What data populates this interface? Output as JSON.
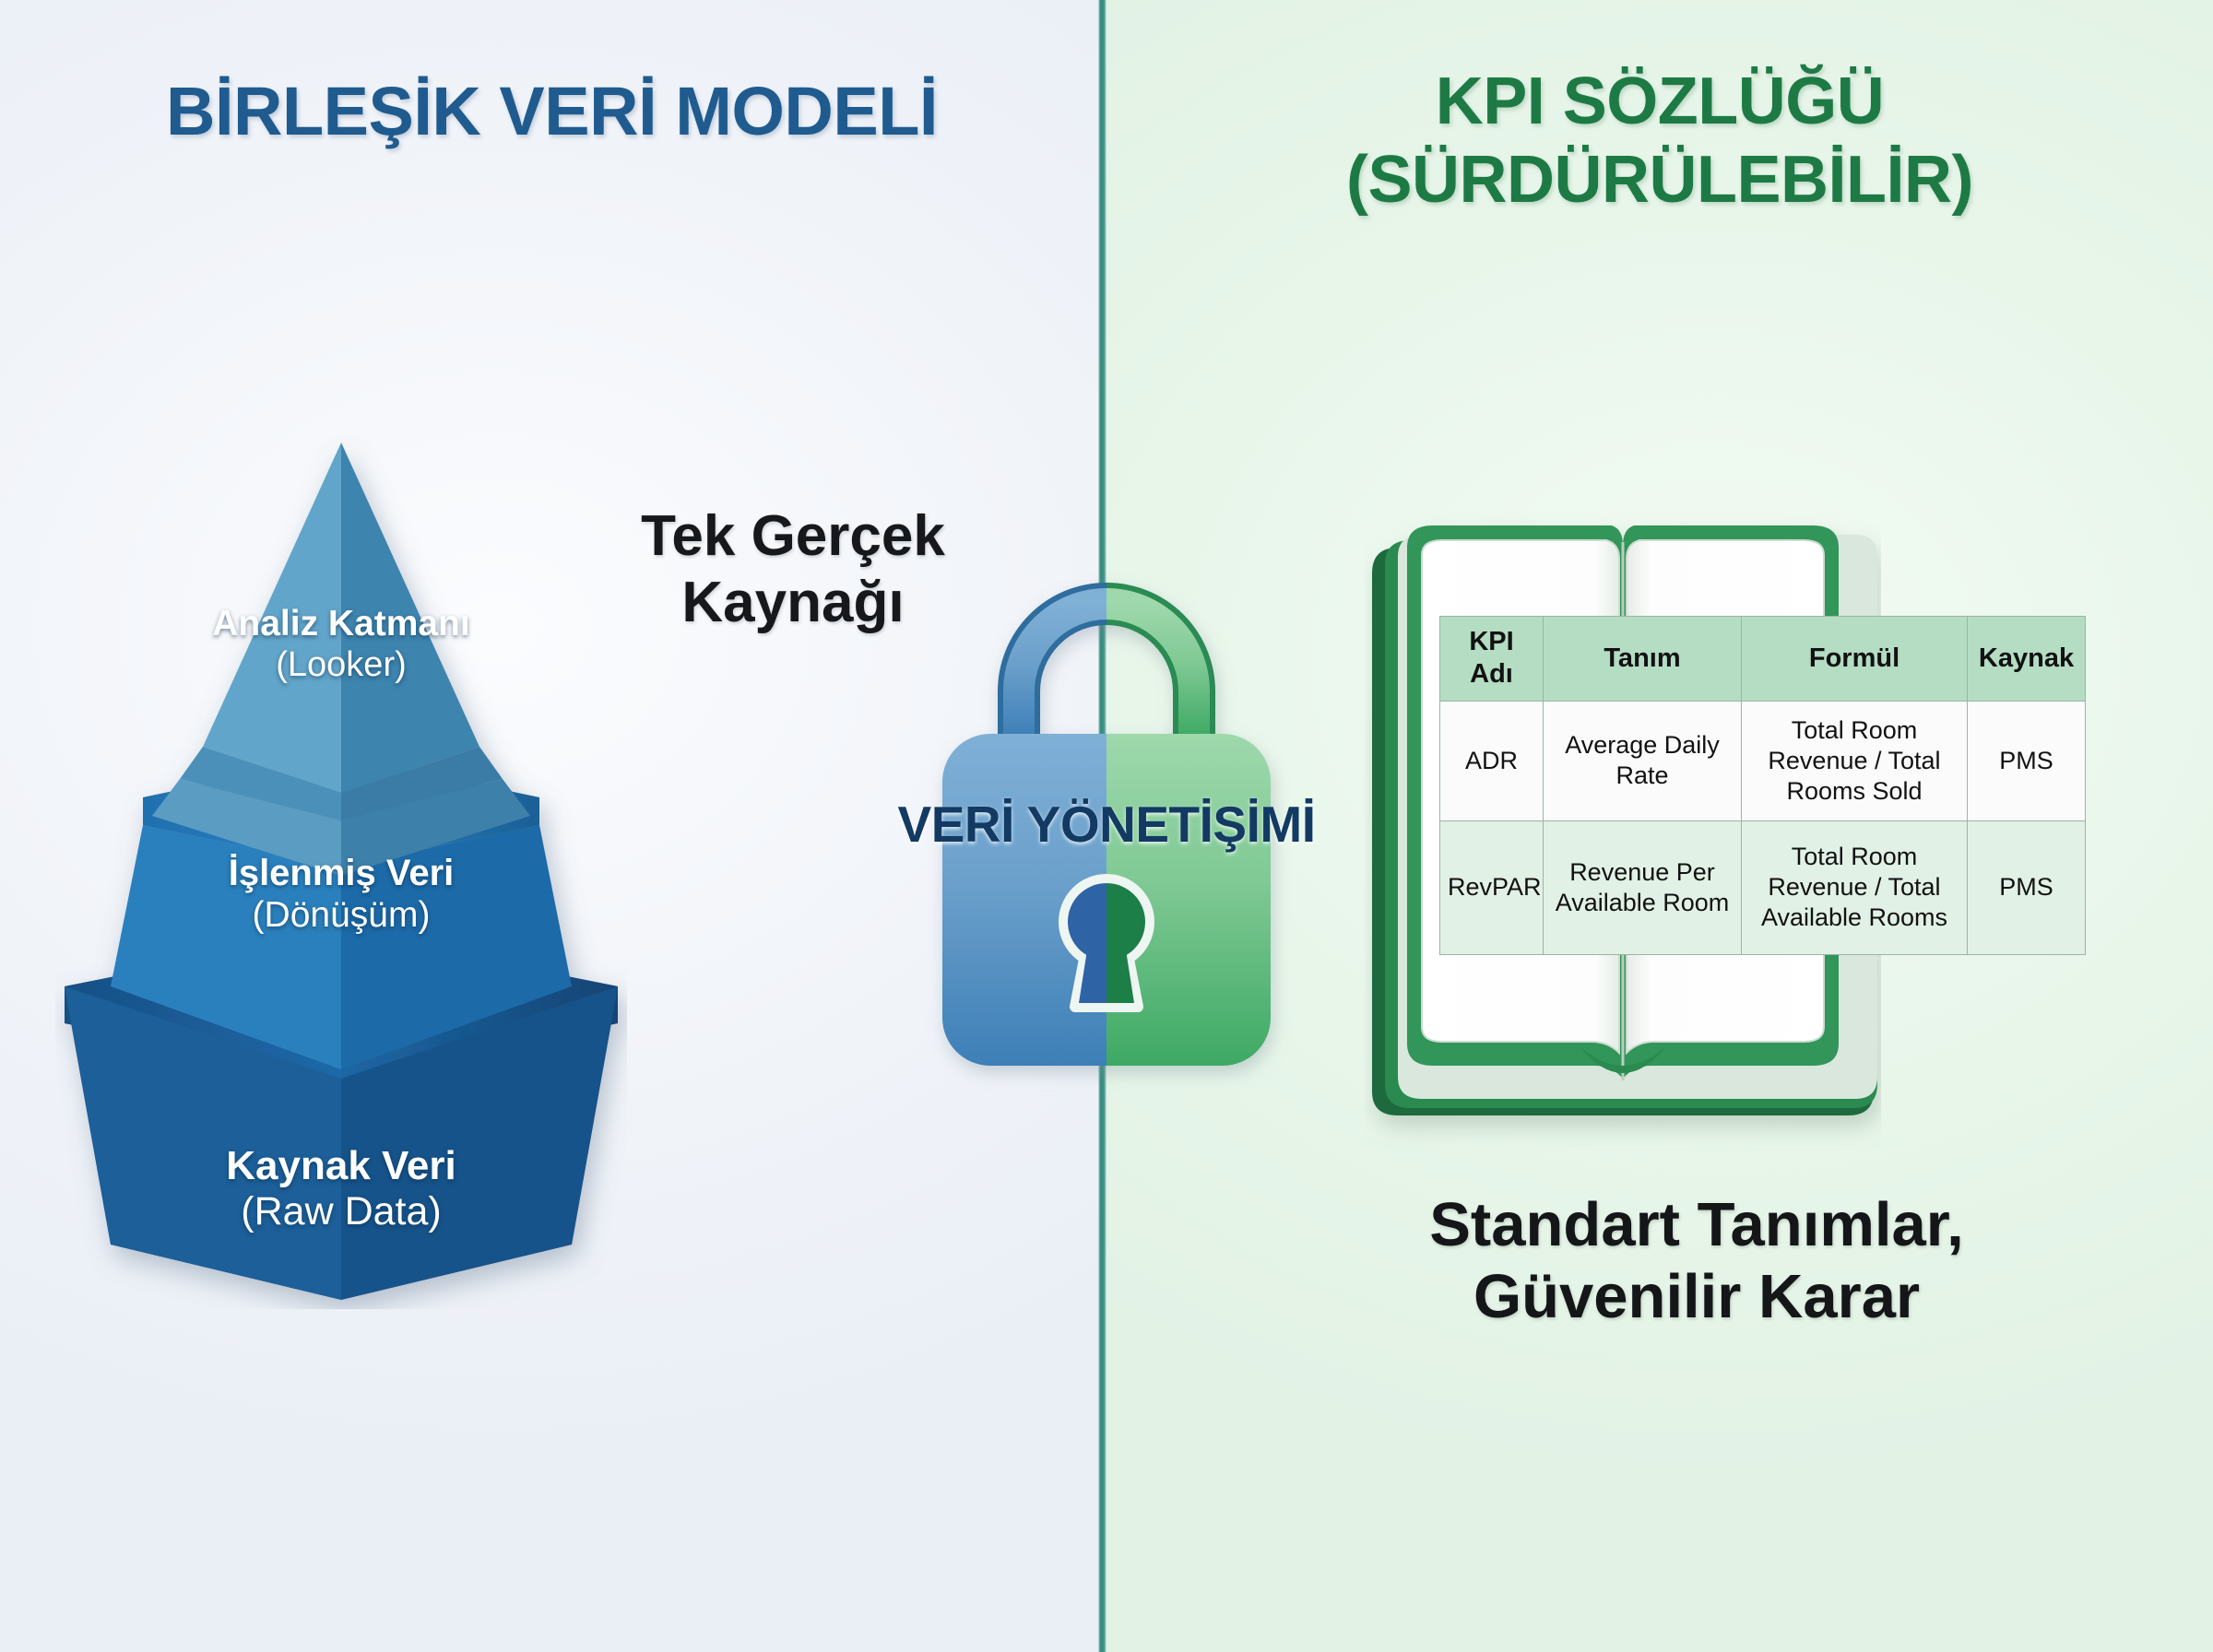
{
  "left_panel": {
    "title": "BİRLEŞİK VERİ MODELİ",
    "pyramid": {
      "name": "data-model-pyramid",
      "tiers": [
        {
          "label": "Analiz Katmanı",
          "sublabel": "(Looker)",
          "color": "#5196bd"
        },
        {
          "label": "İşlenmiş Veri",
          "sublabel": "(Dönüşüm)",
          "color": "#2a7ab8"
        },
        {
          "label": "Kaynak Veri",
          "sublabel": "(Raw Data)",
          "color": "#1c5f9c"
        }
      ]
    },
    "caption_line1": "Tek Gerçek",
    "caption_line2": "Kaynağı"
  },
  "center": {
    "lock_icon": "padlock-icon",
    "lock_caption": "VERİ YÖNETİŞİMİ",
    "lock_left_color": "#5a93c8",
    "lock_right_color": "#5cb87a"
  },
  "right_panel": {
    "title_line1": "KPI SÖZLÜĞÜ",
    "title_line2": "(SÜRDÜRÜLEBİLİR)",
    "book_icon": "open-book-icon",
    "book_cover_color": "#1f8449",
    "kpi_table": {
      "headers": [
        "KPI Adı",
        "Tanım",
        "Formül",
        "Kaynak"
      ],
      "rows": [
        {
          "kpi": "ADR",
          "definition": "Average Daily Rate",
          "formula": "Total Room Revenue / Total Rooms Sold",
          "source": "PMS"
        },
        {
          "kpi": "RevPAR",
          "definition": "Revenue Per Available Room",
          "formula": "Total Room Revenue / Total Available Rooms",
          "source": "PMS"
        }
      ]
    },
    "caption_line1": "Standart Tanımlar,",
    "caption_line2": "Güvenilir Karar"
  },
  "theme": {
    "left_bg": "#f1f4f9",
    "right_bg": "#e8f6ea",
    "divider_color": "#2f8b7c",
    "blue_accent": "#1f5b8f",
    "green_accent": "#1d7a45"
  }
}
